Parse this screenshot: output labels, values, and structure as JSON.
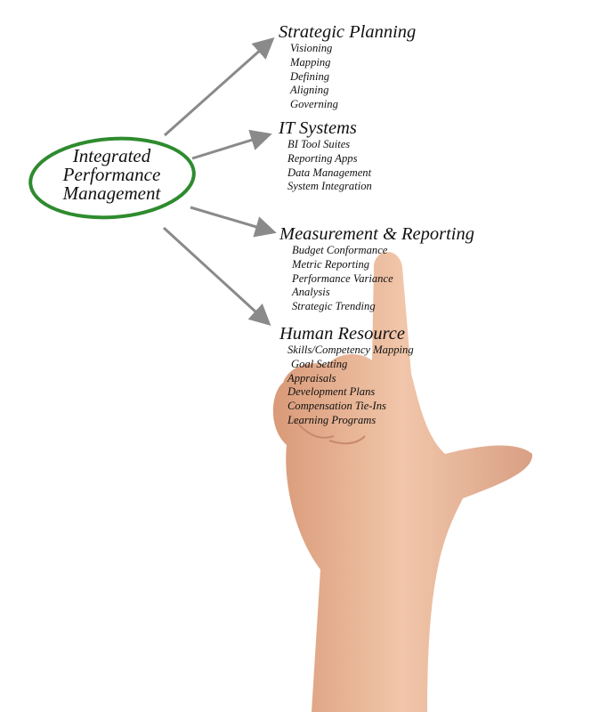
{
  "center": {
    "lines": [
      "Integrated",
      "Performance",
      "Management"
    ],
    "ring_color": "#2e8b2e"
  },
  "arrow_color": "#8a8a8a",
  "branches": [
    {
      "heading": "Strategic Planning",
      "items": [
        "Visioning",
        "Mapping",
        "Defining",
        "Aligning",
        "Governing"
      ]
    },
    {
      "heading": "IT Systems",
      "items": [
        "BI Tool Suites",
        "Reporting Apps",
        "Data Management",
        "System Integration"
      ]
    },
    {
      "heading": "Measurement & Reporting",
      "items": [
        "Budget Conformance",
        "Metric Reporting",
        "Performance Variance",
        "Analysis",
        "Strategic Trending"
      ]
    },
    {
      "heading": "Human Resource",
      "items": [
        "Skills/Competency Mapping",
        "Goal Setting",
        "Appraisals",
        "Development Plans",
        "Compensation Tie-Ins",
        "Learning Programs"
      ]
    }
  ]
}
